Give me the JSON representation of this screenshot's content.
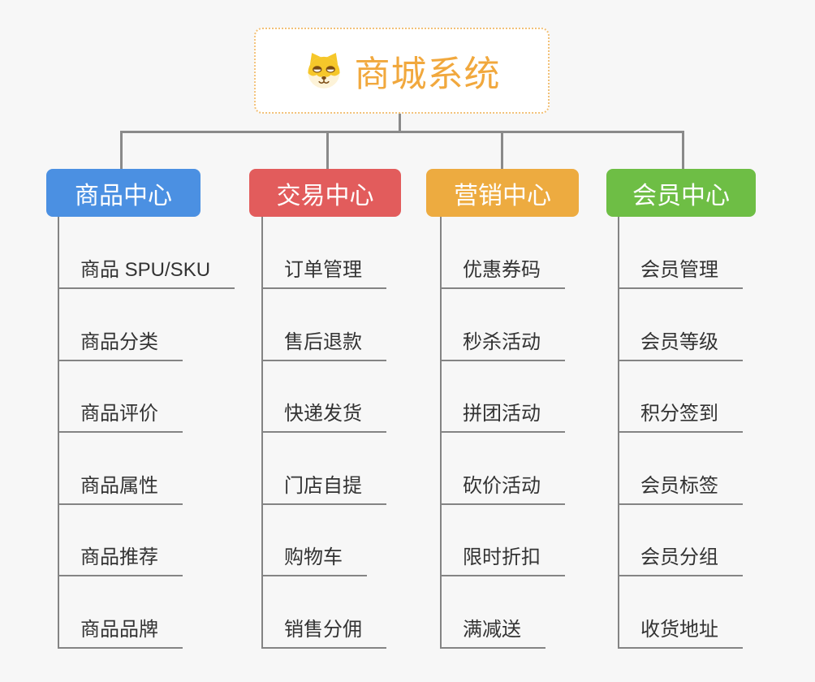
{
  "canvas": {
    "background_color": "#F7F7F7",
    "connector_color": "#8A8A8A",
    "underline_color": "#848484"
  },
  "root": {
    "label": "商城系统",
    "text_color": "#F1A83D",
    "border_color": "#F2C178",
    "icon": "shiba-dog-face-icon"
  },
  "branches": [
    {
      "label": "商品中心",
      "color": "#4B90E2",
      "items": [
        "商品 SPU/SKU",
        "商品分类",
        "商品评价",
        "商品属性",
        "商品推荐",
        "商品品牌"
      ]
    },
    {
      "label": "交易中心",
      "color": "#E25C5C",
      "items": [
        "订单管理",
        "售后退款",
        "快递发货",
        "门店自提",
        "购物车",
        "销售分佣"
      ]
    },
    {
      "label": "营销中心",
      "color": "#EDAB40",
      "items": [
        "优惠券码",
        "秒杀活动",
        "拼团活动",
        "砍价活动",
        "限时折扣",
        "满减送"
      ]
    },
    {
      "label": "会员中心",
      "color": "#6EBE45",
      "items": [
        "会员管理",
        "会员等级",
        "积分签到",
        "会员标签",
        "会员分组",
        "收货地址"
      ]
    }
  ]
}
